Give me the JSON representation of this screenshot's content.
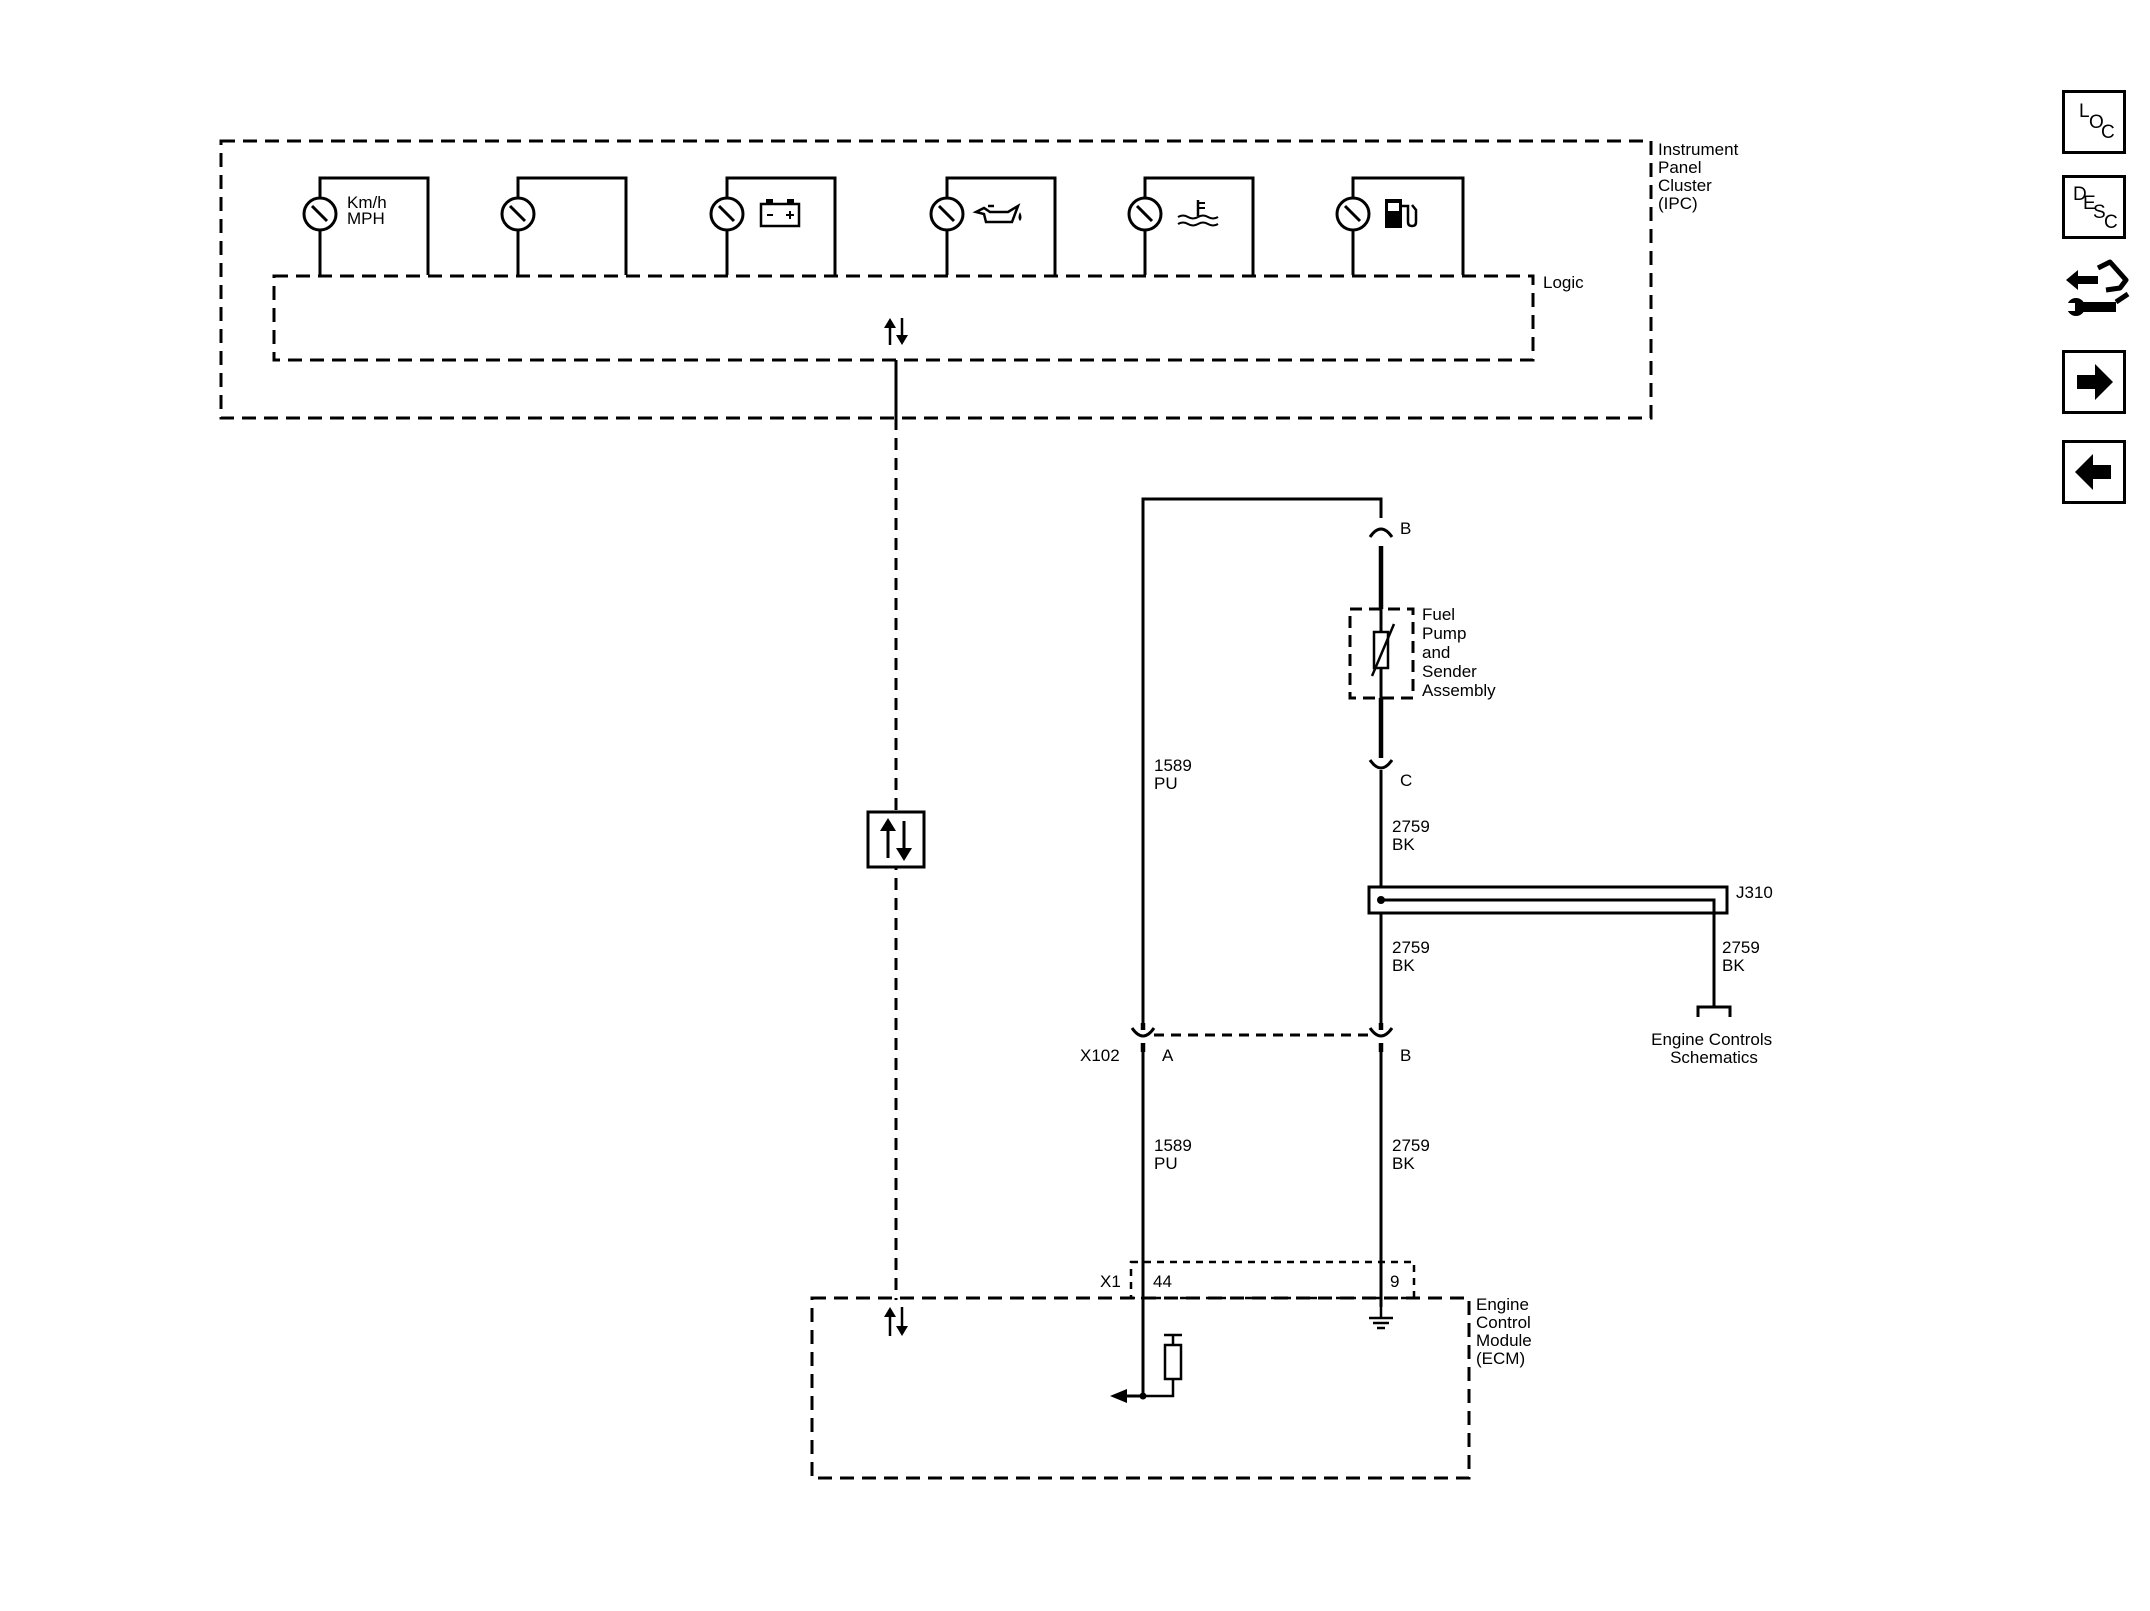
{
  "ipc": {
    "label_lines": [
      "Instrument",
      "Panel",
      "Cluster",
      "(IPC)"
    ],
    "logic_label": "Logic",
    "speedometer_lines": [
      "Km/h",
      "MPH"
    ]
  },
  "fuel_pump": {
    "label_lines": [
      "Fuel",
      "Pump",
      "and",
      "Sender",
      "Assembly"
    ],
    "pin_top": "B",
    "pin_bottom": "C"
  },
  "wires": {
    "pu_circuit": "1589",
    "pu_color": "PU",
    "bk_circuit": "2759",
    "bk_color": "BK"
  },
  "splice": {
    "label": "J310"
  },
  "ref": {
    "lines": [
      "Engine Controls",
      "Schematics"
    ]
  },
  "connector_x102": {
    "label": "X102",
    "pin_a": "A",
    "pin_b": "B"
  },
  "connector_x1": {
    "label": "X1",
    "pin_44": "44",
    "pin_9": "9"
  },
  "ecm": {
    "label_lines": [
      "Engine",
      "Control",
      "Module",
      "(ECM)"
    ]
  },
  "nav": {
    "loc": [
      "L",
      "O",
      "C"
    ],
    "desc": [
      "D",
      "E",
      "S",
      "C"
    ]
  }
}
